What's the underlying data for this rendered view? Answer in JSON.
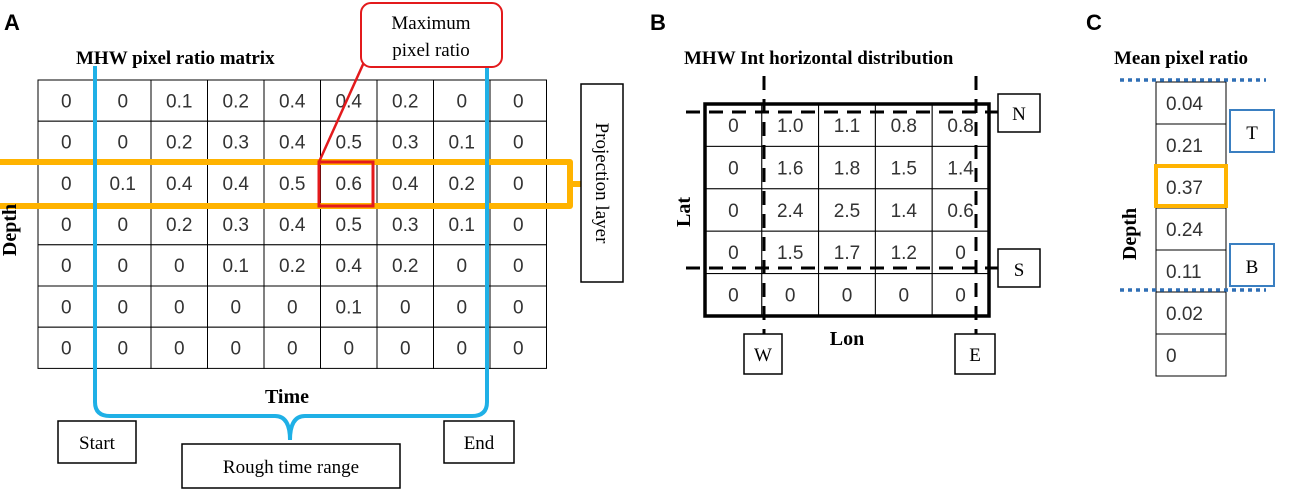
{
  "panels": {
    "a": {
      "letter": "A",
      "title": "MHW pixel ratio matrix",
      "callout": [
        "Maximum",
        "pixel ratio"
      ],
      "projection_label": "Projection layer",
      "depth_label": "Depth",
      "time_label": "Time",
      "start_label": "Start",
      "end_label": "End",
      "range_label": "Rough time range",
      "matrix": [
        [
          "0",
          "0",
          "0.1",
          "0.2",
          "0.4",
          "0.4",
          "0.2",
          "0",
          "0"
        ],
        [
          "0",
          "0",
          "0.2",
          "0.3",
          "0.4",
          "0.5",
          "0.3",
          "0.1",
          "0"
        ],
        [
          "0",
          "0.1",
          "0.4",
          "0.4",
          "0.5",
          "0.6",
          "0.4",
          "0.2",
          "0"
        ],
        [
          "0",
          "0",
          "0.2",
          "0.3",
          "0.4",
          "0.5",
          "0.3",
          "0.1",
          "0"
        ],
        [
          "0",
          "0",
          "0",
          "0.1",
          "0.2",
          "0.4",
          "0.2",
          "0",
          "0"
        ],
        [
          "0",
          "0",
          "0",
          "0",
          "0",
          "0.1",
          "0",
          "0",
          "0"
        ],
        [
          "0",
          "0",
          "0",
          "0",
          "0",
          "0",
          "0",
          "0",
          "0"
        ]
      ]
    },
    "b": {
      "letter": "B",
      "title": "MHW Int horizontal distribution",
      "lat_label": "Lat",
      "lon_label": "Lon",
      "north_label": "N",
      "south_label": "S",
      "west_label": "W",
      "east_label": "E",
      "matrix": [
        [
          "0",
          "1.0",
          "1.1",
          "0.8",
          "0.8"
        ],
        [
          "0",
          "1.6",
          "1.8",
          "1.5",
          "1.4"
        ],
        [
          "0",
          "2.4",
          "2.5",
          "1.4",
          "0.6"
        ],
        [
          "0",
          "1.5",
          "1.7",
          "1.2",
          "0"
        ],
        [
          "0",
          "0",
          "0",
          "0",
          "0"
        ]
      ]
    },
    "c": {
      "letter": "C",
      "title": "Mean pixel ratio",
      "depth_label": "Depth",
      "top_label": "T",
      "bottom_label": "B",
      "values": [
        "0.04",
        "0.21",
        "0.37",
        "0.24",
        "0.11",
        "0.02",
        "0"
      ]
    }
  },
  "colors": {
    "time_bracket": "#1fb0e6",
    "projection_layer": "#ffb300",
    "max_cell": "#e31a1c",
    "callout": "#e31a1c",
    "tb_box": "#3a7fc1",
    "dotted_lines": "#2f6fb5",
    "text": "#000000"
  }
}
